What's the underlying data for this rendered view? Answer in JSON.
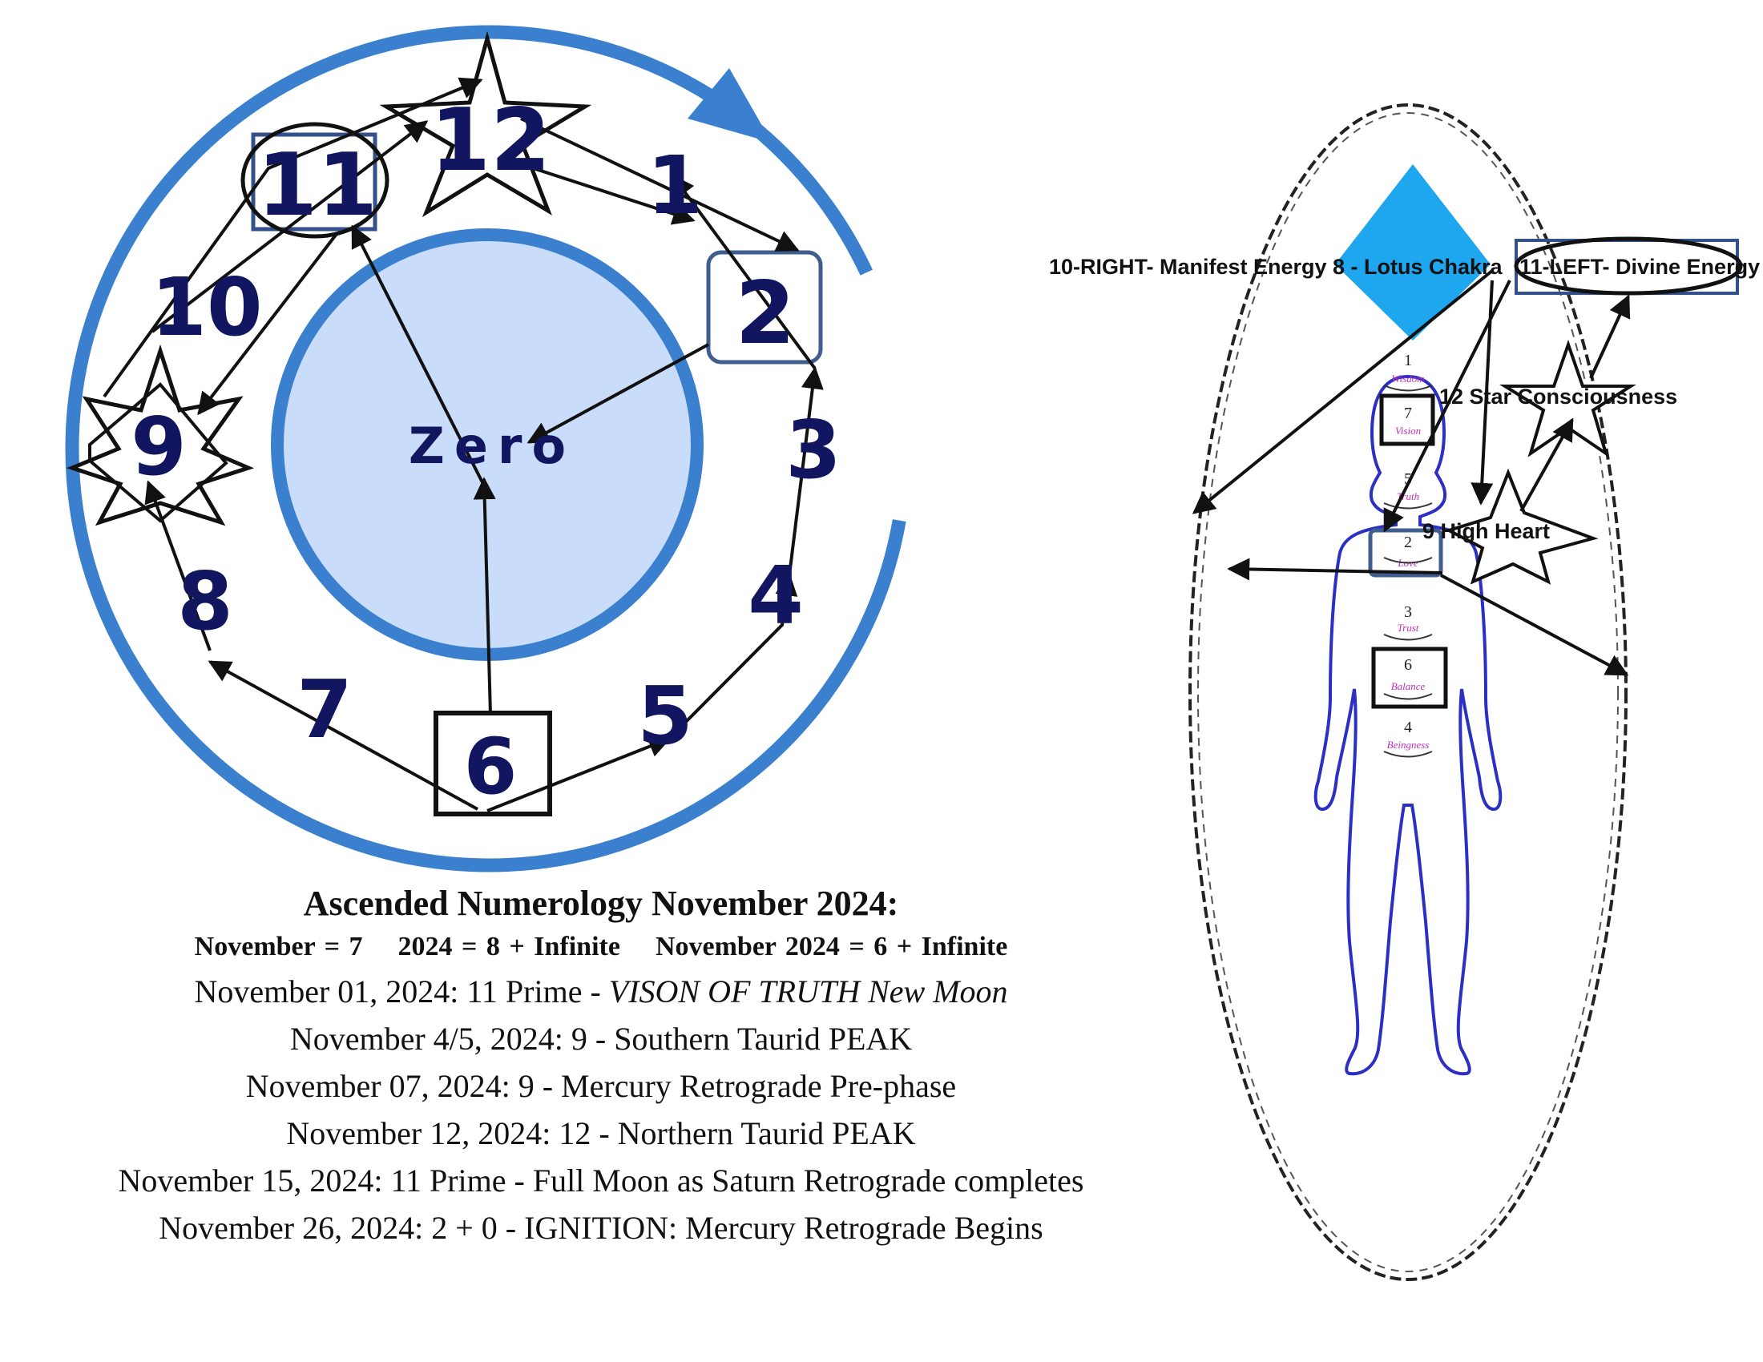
{
  "wheel": {
    "numbers": [
      "1",
      "2",
      "3",
      "4",
      "5",
      "6",
      "7",
      "8",
      "9",
      "10",
      "11",
      "12"
    ],
    "center_label": "Zero",
    "colors": {
      "ring": "#3a80cf",
      "inner_fill": "#c9dcf9",
      "number": "#121660",
      "arrow": "#111111"
    }
  },
  "body_chart": {
    "labels": {
      "right": "10-RIGHT- Manifest Energy",
      "lotus": "8 - Lotus Chakra",
      "left": "11-LEFT- Divine Energy",
      "star": "12  Star Consciousness",
      "heart": "9  High Heart"
    },
    "chakras": [
      {
        "number": "1",
        "word": "Wisdom"
      },
      {
        "number": "7",
        "word": "Vision"
      },
      {
        "number": "5",
        "word": "Truth"
      },
      {
        "number": "2",
        "word": "Love"
      },
      {
        "number": "3",
        "word": "Trust"
      },
      {
        "number": "6",
        "word": "Balance"
      },
      {
        "number": "4",
        "word": "Beingness"
      }
    ],
    "colors": {
      "diamond": "#1ea6ee",
      "body_outline": "#2b2fc4",
      "chakra_word": "#c22fb8"
    }
  },
  "text": {
    "title": "Ascended Numerology November 2024:",
    "subtitle": [
      "November = 7",
      "2024 = 8 + Infinite",
      "November 2024 = 6 + Infinite"
    ],
    "events": [
      {
        "text": "November 01, 2024:  11 Prime - ",
        "italic": "VISON OF TRUTH New Moon"
      },
      {
        "text": "November 4/5, 2024: 9 - Southern Taurid PEAK"
      },
      {
        "text": "November 07, 2024: 9 - Mercury Retrograde Pre-phase"
      },
      {
        "text": "November 12, 2024: 12  - Northern Taurid PEAK"
      },
      {
        "text": "November 15, 2024:  11 Prime - Full Moon as Saturn Retrograde completes"
      },
      {
        "text": "November 26, 2024: 2 + 0  - IGNITION: Mercury Retrograde Begins"
      }
    ]
  }
}
